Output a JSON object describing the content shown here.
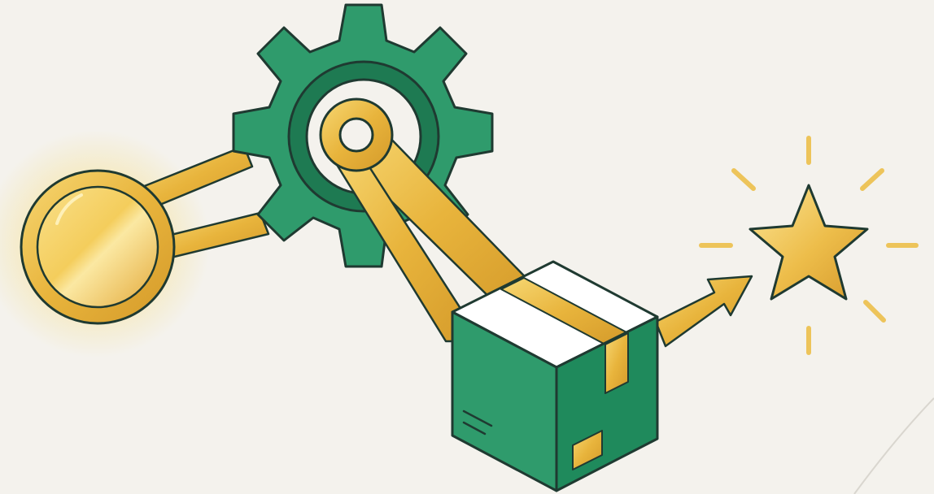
{
  "diagram": {
    "nodes": [
      {
        "id": "coin",
        "icon": "coin-icon"
      },
      {
        "id": "gear",
        "icon": "gear-icon"
      },
      {
        "id": "box",
        "icon": "package-box-icon"
      },
      {
        "id": "star",
        "icon": "star-icon"
      }
    ],
    "connectors": [
      {
        "from": "coin",
        "to": "gear",
        "style": "double-rail"
      },
      {
        "from": "gear",
        "to": "box",
        "style": "belt"
      },
      {
        "from": "box",
        "to": "star",
        "style": "arrow"
      }
    ]
  },
  "colors": {
    "background": "#f4f2ed",
    "green": "#2f9b6c",
    "green_dark": "#1e7a52",
    "gold": "#e8b43c",
    "gold_light": "#f7d874",
    "outline": "#1f3a31",
    "glow": "#f7dc7a"
  }
}
